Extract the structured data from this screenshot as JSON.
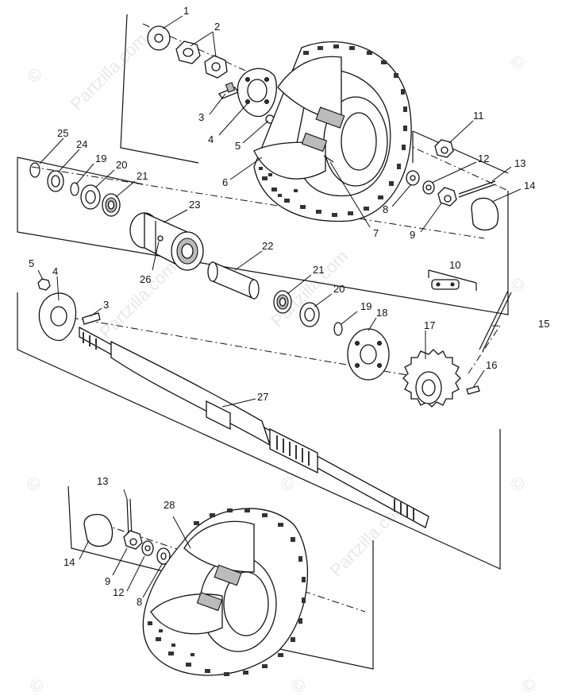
{
  "watermark": {
    "brand": "Partzilla.com",
    "symbol": "©"
  },
  "callouts": [
    "1",
    "2",
    "3",
    "4",
    "5",
    "6",
    "7",
    "8",
    "9",
    "10",
    "11",
    "12",
    "13",
    "14",
    "15",
    "16",
    "17",
    "18",
    "19",
    "20",
    "21",
    "22",
    "23",
    "24",
    "25",
    "26",
    "27",
    "28",
    "5",
    "4",
    "3",
    "21",
    "20",
    "19",
    "13",
    "14",
    "9",
    "12",
    "8"
  ]
}
